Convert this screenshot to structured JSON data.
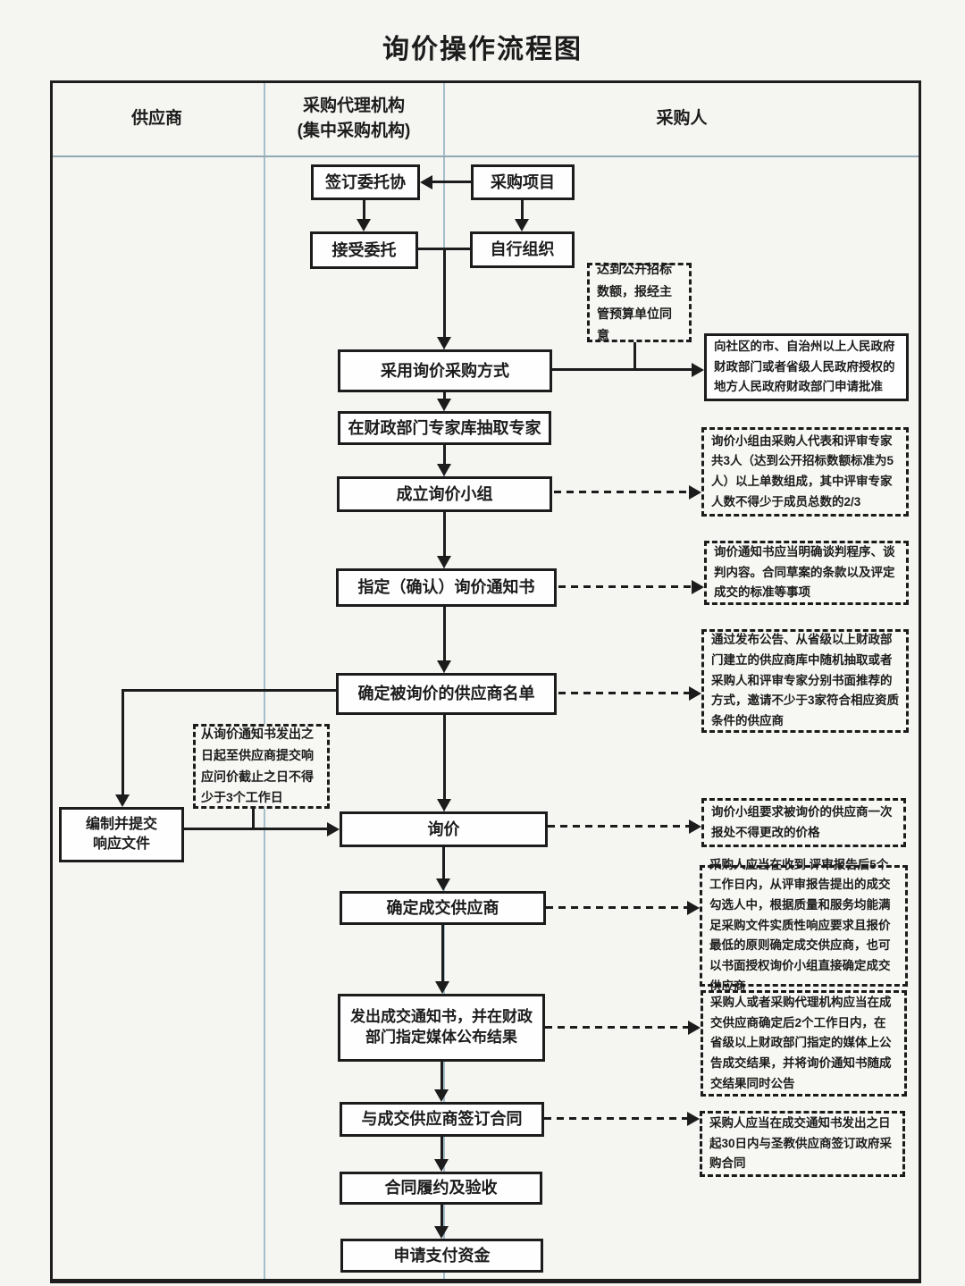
{
  "title": "询价操作流程图",
  "columns": {
    "supplier": "供应商",
    "agency": "采购代理机构\n(集中采购机构)",
    "purchaser": "采购人"
  },
  "nodes": {
    "sign_agreement": "签订委托协",
    "procurement_project": "采购项目",
    "accept_entrustment": "接受委托",
    "self_organize": "自行组织",
    "adopt_inquiry": "采用询价采购方式",
    "extract_experts": "在财政部门专家库抽取专家",
    "form_inquiry_group": "成立询价小组",
    "designate_notice": "指定（确认）询价通知书",
    "determine_supplier_list": "确定被询价的供应商名单",
    "prepare_response": "编制并提交\n响应文件",
    "inquiry": "询价",
    "determine_winner": "确定成交供应商",
    "issue_notice": "发出成交通知书，并在财政部门指定媒体公布结果",
    "sign_contract": "与成交供应商签订合同",
    "contract_performance": "合同履约及验收",
    "apply_payment": "申请支付资金"
  },
  "annotations": {
    "public_bidding_threshold": "达到公开招标数额，报经主管预算单位同意",
    "apply_approval": "向社区的市、自治州以上人民政府财政部门或者省级人民政府授权的地方人民政府财政部门申请批准",
    "group_composition": "询价小组由采购人代表和评审专家共3人（达到公开招标数额标准为5人）以上单数组成，其中评审专家人数不得少于成员总数的2/3",
    "notice_content": "询价通知书应当明确谈判程序、谈判内容。合同草案的条款以及评定成交的标准等事项",
    "supplier_selection": "通过发布公告、从省级以上财政部门建立的供应商库中随机抽取或者采购人和评审专家分别书面推荐的方式，邀请不少于3家符合相应资质条件的供应商",
    "response_deadline": "从询价通知书发出之日起至供应商提交响应问价截止之日不得少于3个工作日",
    "one_time_quote": "询价小组要求被询价的供应商一次报处不得更改的价格",
    "winner_determination": "采购人应当在收到 评审报告后5个工作日内，从评审报告提出的成交勾选人中，根据质量和服务均能满足采购文件实质性响应要求且报价最低的原则确定成交供应商，也可以书面授权询价小组直接确定成交供应商",
    "result_announcement": "采购人或者采购代理机构应当在成交供应商确定后2个工作日内，在省级以上财政部门指定的媒体上公告成交结果，并将询价通知书随成交结果同时公告",
    "contract_deadline": "采购人应当在成交通知书发出之日起30日内与圣教供应商签订政府采购合同"
  },
  "colors": {
    "line": "#1c1c1c",
    "column_separator": "#a5bfca",
    "box_background": "#fefefe",
    "page_background": "#f5f5f2"
  }
}
